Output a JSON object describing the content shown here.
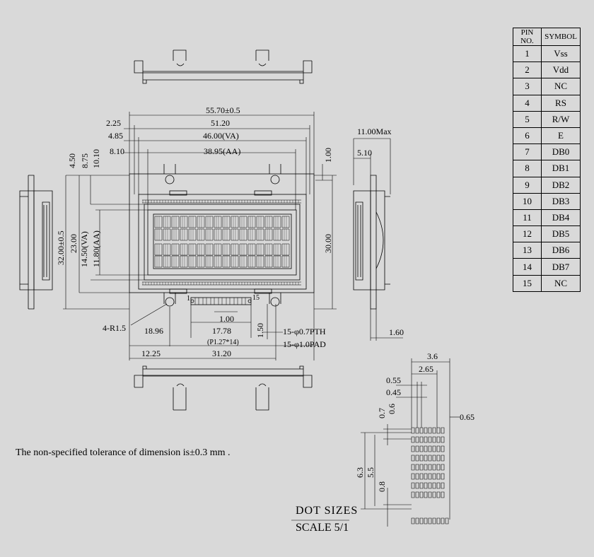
{
  "pin_table": {
    "header": {
      "pin": "PIN NO.",
      "symbol": "SYMBOL"
    },
    "rows": [
      {
        "pin": "1",
        "symbol": "Vss"
      },
      {
        "pin": "2",
        "symbol": "Vdd"
      },
      {
        "pin": "3",
        "symbol": "NC"
      },
      {
        "pin": "4",
        "symbol": "RS"
      },
      {
        "pin": "5",
        "symbol": "R/W"
      },
      {
        "pin": "6",
        "symbol": "E"
      },
      {
        "pin": "7",
        "symbol": "DB0"
      },
      {
        "pin": "8",
        "symbol": "DB1"
      },
      {
        "pin": "9",
        "symbol": "DB2"
      },
      {
        "pin": "10",
        "symbol": "DB3"
      },
      {
        "pin": "11",
        "symbol": "DB4"
      },
      {
        "pin": "12",
        "symbol": "DB5"
      },
      {
        "pin": "13",
        "symbol": "DB6"
      },
      {
        "pin": "14",
        "symbol": "DB7"
      },
      {
        "pin": "15",
        "symbol": "NC"
      }
    ]
  },
  "dims": {
    "overall_width": "55.70±0.5",
    "d_2_25": "2.25",
    "d_51_20": "51.20",
    "d_4_85": "4.85",
    "va_width": "46.00(VA)",
    "d_8_10": "8.10",
    "aa_width": "38.95(AA)",
    "d_1_00_top": "1.00",
    "d_4_50": "4.50",
    "d_8_75": "8.75",
    "d_10_10": "10.10",
    "overall_height": "32.00±0.5",
    "d_23_00": "23.00",
    "va_height": "14.50(VA)",
    "aa_height": "11.80(AA)",
    "d_30_00": "30.00",
    "max_thick": "11.00Max",
    "d_5_10": "5.10",
    "d_1_60": "1.60",
    "radius": "4-R1.5",
    "d_18_96": "18.96",
    "pin1": "1",
    "pin15": "15",
    "pin_pitch": "1.00",
    "pin_span": "17.78",
    "pin_pitch_note": "(P1.27*14)",
    "d_1_50": "1.50",
    "pth": "15-φ0.7PTH",
    "pad": "15-φ1.0PAD",
    "d_12_25": "12.25",
    "d_31_20": "31.20"
  },
  "dot": {
    "d_3_6": "3.6",
    "d_2_65": "2.65",
    "d_0_55": "0.55",
    "d_0_45": "0.45",
    "d_0_65": "0.65",
    "d_0_7": "0.7",
    "d_0_6": "0.6",
    "d_6_3": "6.3",
    "d_5_5": "5.5",
    "d_0_8": "0.8",
    "title": "DOT  SIZES",
    "scale": "SCALE 5/1"
  },
  "tolerance_note": "The non-specified tolerance of dimension is±0.3 mm ."
}
